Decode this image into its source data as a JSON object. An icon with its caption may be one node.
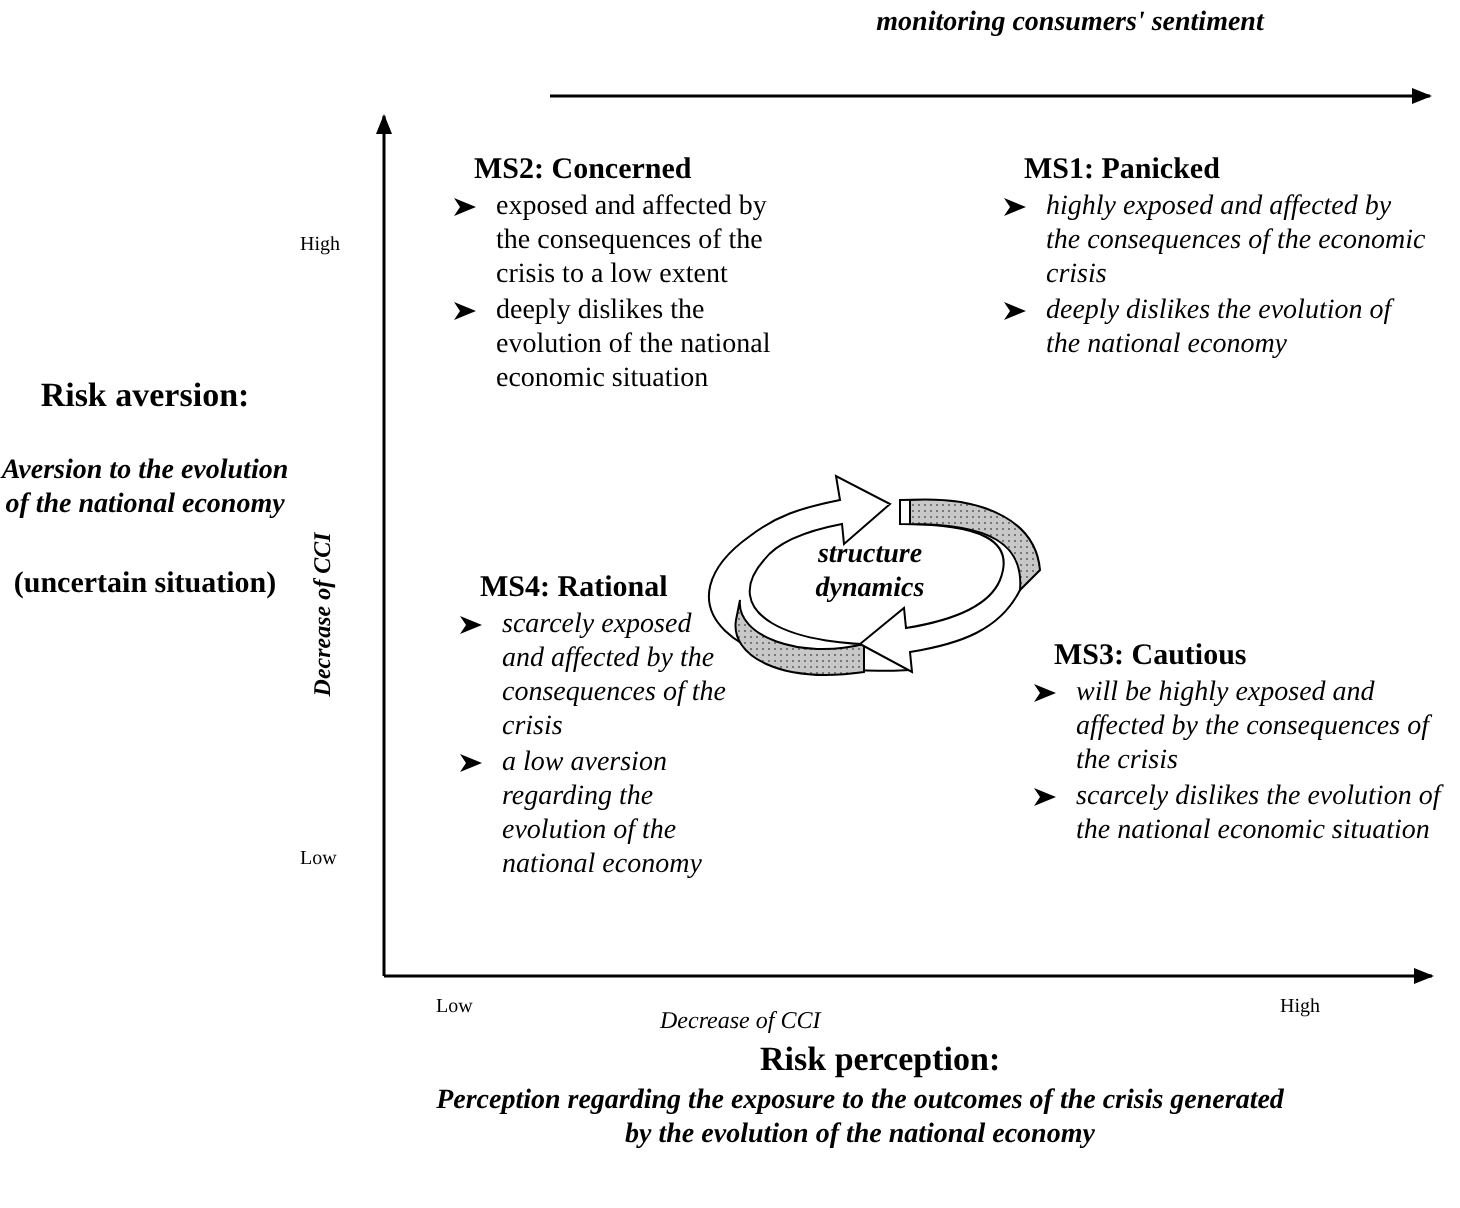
{
  "diagram": {
    "nodes": [
      {
        "text": [
          "MS2: Concerned",
          "exposed and affected by the consequences of the crisis to a  low extent",
          "deeply dislikes the evolution of the national economic situation"
        ]
      },
      {
        "text": [
          "MS1: Panicked",
          "highly exposed and affected by the consequences of the economic crisis",
          "deeply dislikes the evolution of the national economy"
        ]
      },
      {
        "text": [
          "MS4: Rational",
          "scarcely exposed and affected by the consequences of the crisis",
          " a low aversion regarding the evolution of the national economy"
        ]
      },
      {
        "text": [
          "MS3: Cautious",
          "will be highly exposed and affected by the consequences of the crisis",
          "scarcely dislikes  the evolution of the national economic situation"
        ]
      }
    ],
    "edges": [],
    "labels": [
      "monitoring consumers' sentiment",
      "High",
      "Risk aversion:",
      "Aversion to the evolution of the national economy",
      "(uncertain situation)",
      "Decrease of CCI",
      "structure dynamics",
      "Low",
      "Low",
      "Decrease of CCI",
      "High",
      "Risk perception:",
      "Perception regarding the exposure to the outcomes of the crisis generated by the evolution of the national economy"
    ]
  }
}
